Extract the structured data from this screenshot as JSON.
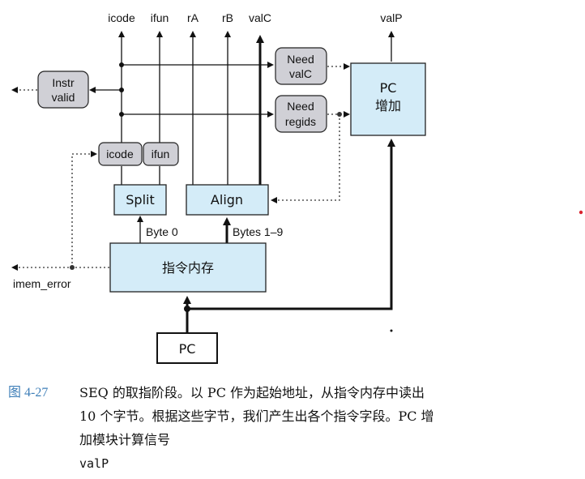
{
  "signals": {
    "icode": "icode",
    "ifun": "ifun",
    "rA": "rA",
    "rB": "rB",
    "valC": "valC",
    "valP": "valP",
    "byte0": "Byte 0",
    "bytes19": "Bytes 1–9",
    "imem_error": "imem_error"
  },
  "blocks": {
    "pc_increment": {
      "line1": "PC",
      "line2": "增加"
    },
    "split": "Split",
    "align": "Align",
    "instr_memory": "指令内存",
    "pc": "PC"
  },
  "control": {
    "instr_valid": {
      "line1": "Instr",
      "line2": "valid"
    },
    "need_valc": {
      "line1": "Need",
      "line2": "valC"
    },
    "need_regids": {
      "line1": "Need",
      "line2": "regids"
    },
    "icode_reg": "icode",
    "ifun_reg": "ifun"
  },
  "caption": {
    "figure_number": "图 4-27",
    "text": "SEQ 的取指阶段。以 PC 作为起始地址，从指令内存中读出 10 个字节。根据这些字节，我们产生出各个指令字段。PC 增加模块计算信号",
    "code_term": "valP"
  },
  "colors": {
    "block_fill": "#d4ecf8",
    "control_fill": "#d0d0d6",
    "caption_number": "#3f7fb8",
    "stray_dot": "#d9232e"
  }
}
